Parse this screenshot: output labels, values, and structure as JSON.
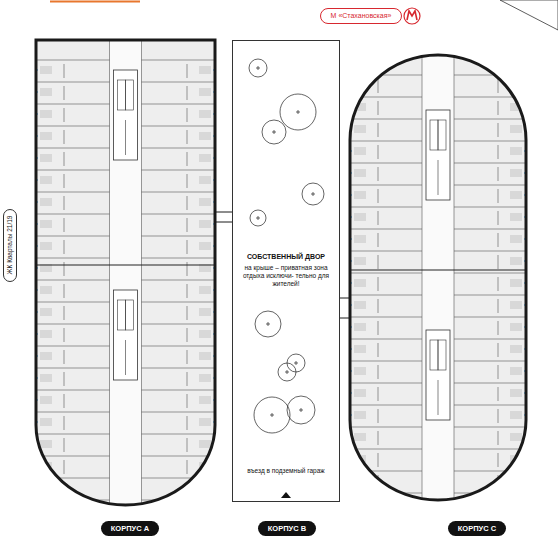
{
  "diagram": {
    "nodes": [
      {
        "text": [
          "М «Стахановская»"
        ]
      },
      {
        "text": [
          "ЖК Кварталы 21/19"
        ]
      },
      {
        "text": [
          "СОБСТВЕННЫЙ ДВОР",
          "на крыше – приватная зона отдыха исключи- тельно для жителей!",
          "въезд в подземный гараж"
        ]
      },
      {
        "text": [
          "КОРПУС А"
        ]
      },
      {
        "text": [
          "КОРПУС В"
        ]
      },
      {
        "text": [
          "КОРПУС С"
        ]
      }
    ]
  }
}
